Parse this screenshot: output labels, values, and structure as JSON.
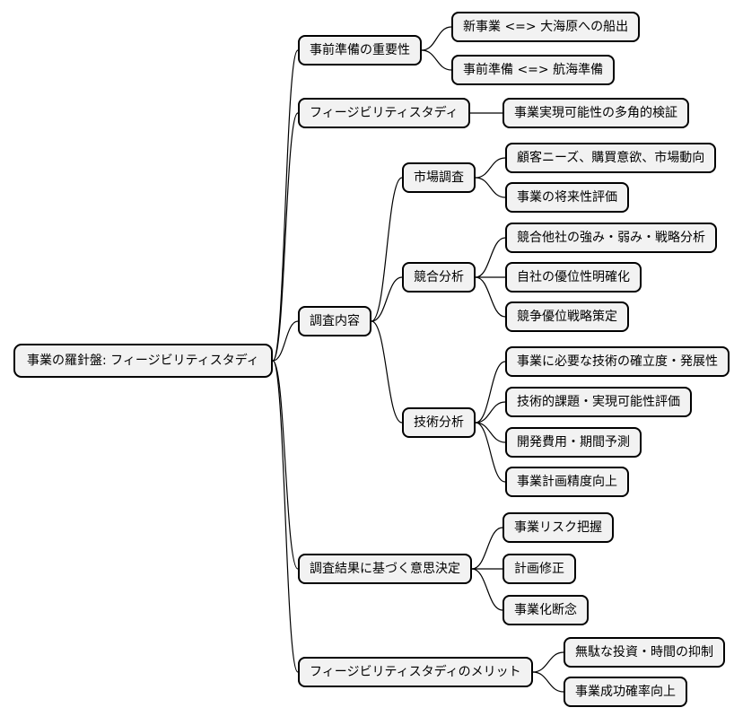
{
  "diagram": {
    "type": "mindmap",
    "colors": {
      "node_fill": "#f2f2f2",
      "node_border": "#000000",
      "edge": "#000000",
      "background": "#ffffff"
    },
    "root": {
      "label": "事業の羅針盤: フィージビリティスタディ"
    },
    "branches": [
      {
        "label": "事前準備の重要性",
        "children": [
          {
            "label": "新事業 <=> 大海原への船出"
          },
          {
            "label": "事前準備 <=> 航海準備"
          }
        ]
      },
      {
        "label": "フィージビリティスタディ",
        "children": [
          {
            "label": "事業実現可能性の多角的検証"
          }
        ]
      },
      {
        "label": "調査内容",
        "children": [
          {
            "label": "市場調査",
            "children": [
              {
                "label": "顧客ニーズ、購買意欲、市場動向"
              },
              {
                "label": "事業の将来性評価"
              }
            ]
          },
          {
            "label": "競合分析",
            "children": [
              {
                "label": "競合他社の強み・弱み・戦略分析"
              },
              {
                "label": "自社の優位性明確化"
              },
              {
                "label": "競争優位戦略策定"
              }
            ]
          },
          {
            "label": "技術分析",
            "children": [
              {
                "label": "事業に必要な技術の確立度・発展性"
              },
              {
                "label": "技術的課題・実現可能性評価"
              },
              {
                "label": "開発費用・期間予測"
              },
              {
                "label": "事業計画精度向上"
              }
            ]
          }
        ]
      },
      {
        "label": "調査結果に基づく意思決定",
        "children": [
          {
            "label": "事業リスク把握"
          },
          {
            "label": "計画修正"
          },
          {
            "label": "事業化断念"
          }
        ]
      },
      {
        "label": "フィージビリティスタディのメリット",
        "children": [
          {
            "label": "無駄な投資・時間の抑制"
          },
          {
            "label": "事業成功確率向上"
          }
        ]
      }
    ]
  }
}
